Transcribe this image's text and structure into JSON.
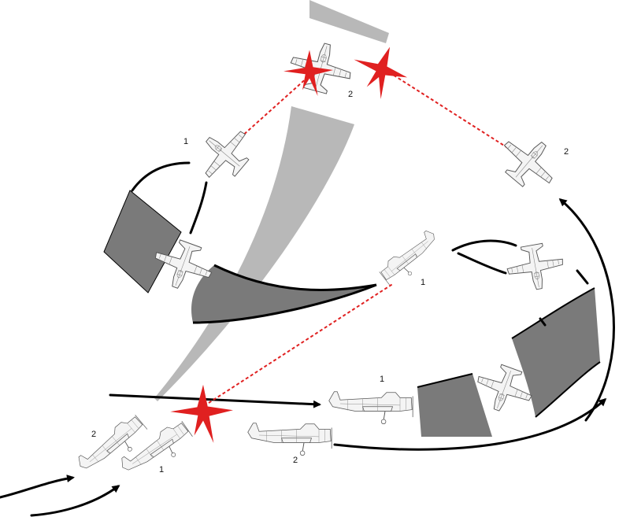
{
  "colors": {
    "path": "#000000",
    "ribbon_dark": "#7a7a7a",
    "ribbon_light": "#b8b8b8",
    "fire": "#e02020",
    "plane_fill": "#f4f4f4",
    "plane_line": "#555555"
  },
  "labels": {
    "left_top_plane": "1",
    "top_plane": "2",
    "right_top_plane": "2",
    "center_plane": "1",
    "middle_right_plane": "1",
    "bottom_center_plane": "2",
    "bottom_left_plane_a": "2",
    "bottom_left_plane_b": "1"
  },
  "icons": {
    "aircraft": "fighter-aircraft-icon",
    "hit": "red-starburst-icon",
    "direction": "arrowhead-icon"
  }
}
